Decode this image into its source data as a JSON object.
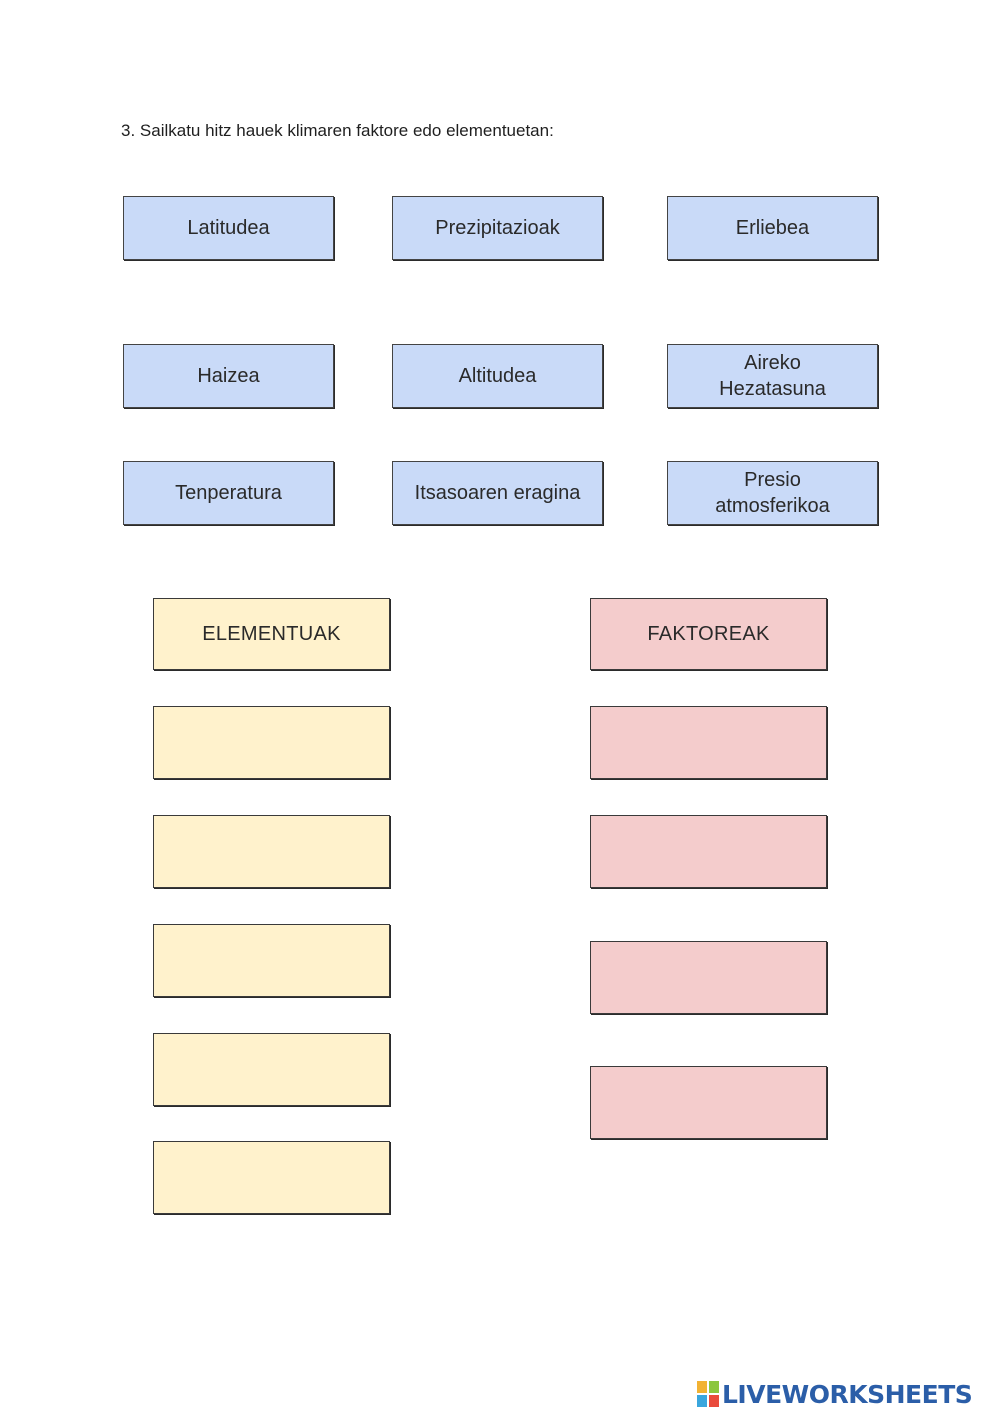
{
  "instruction": "3. Sailkatu hitz hauek klimaren faktore edo elementuetan:",
  "words": [
    "Latitudea",
    "Prezipitazioak",
    "Erliebea",
    "Haizea",
    "Altitudea",
    "Aireko\nHezatasuna",
    "Tenperatura",
    "Itsasoaren eragina",
    "Presio\natmosferikoa"
  ],
  "columns": {
    "elements": {
      "label": "ELEMENTUAK",
      "slots": 5,
      "color": "#fff2cc"
    },
    "factors": {
      "label": "FAKTOREAK",
      "slots": 4,
      "color": "#f4cccc"
    }
  },
  "word_card_color": "#c9daf8",
  "brand": {
    "text": "LIVEWORKSHEETS",
    "icon": "liveworksheets-logo-icon",
    "color": "#2b5ea8"
  }
}
